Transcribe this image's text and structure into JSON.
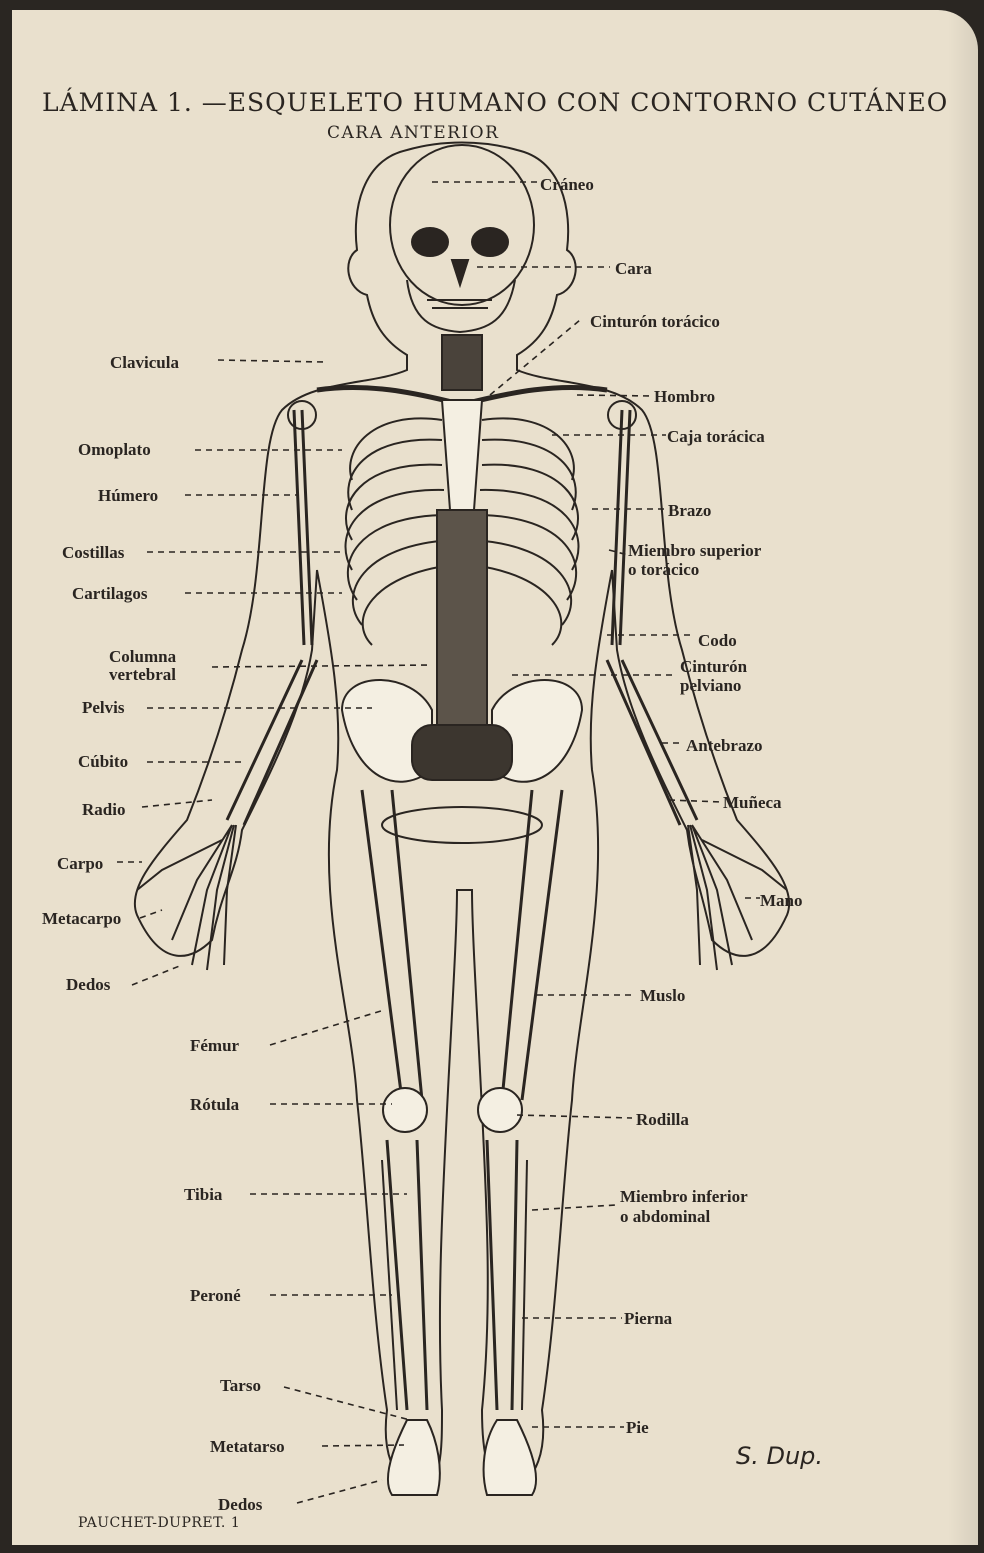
{
  "title": "LÁMINA 1. —ESQUELETO HUMANO CON CONTORNO CUTÁNEO",
  "subtitle": "CARA ANTERIOR",
  "labels": {
    "craneo": "Cráneo",
    "cara": "Cara",
    "cinturon_toracico": "Cinturón torácico",
    "clavicula": "Clavicula",
    "hombro": "Hombro",
    "omoplato": "Omoplato",
    "caja_toracica": "Caja torácica",
    "humero": "Húmero",
    "brazo": "Brazo",
    "costillas": "Costillas",
    "miembro_superior_1": "Miembro superior",
    "miembro_superior_2": "o torácico",
    "cartilagos": "Cartilagos",
    "codo": "Codo",
    "columna_1": "Columna",
    "columna_2": "vertebral",
    "cinturon_pelviano_1": "Cinturón",
    "cinturon_pelviano_2": "pelviano",
    "pelvis": "Pelvis",
    "antebrazo": "Antebrazo",
    "cubito": "Cúbito",
    "radio": "Radio",
    "muneca": "Muñeca",
    "carpo": "Carpo",
    "metacarpo": "Metacarpo",
    "mano": "Mano",
    "dedos_mano": "Dedos",
    "muslo": "Muslo",
    "femur": "Fémur",
    "rotula": "Rótula",
    "rodilla": "Rodilla",
    "tibia": "Tibia",
    "miembro_inferior_1": "Miembro inferior",
    "miembro_inferior_2": "o abdominal",
    "perone": "Peroné",
    "pierna": "Pierna",
    "tarso": "Tarso",
    "pie": "Pie",
    "metatarso": "Metatarso",
    "dedos_pie": "Dedos"
  },
  "signature": "S. Dup.",
  "footer": "PAUCHET-DUPRET. 1",
  "colors": {
    "paper": "#e9e0cd",
    "ink": "#2a2521"
  }
}
